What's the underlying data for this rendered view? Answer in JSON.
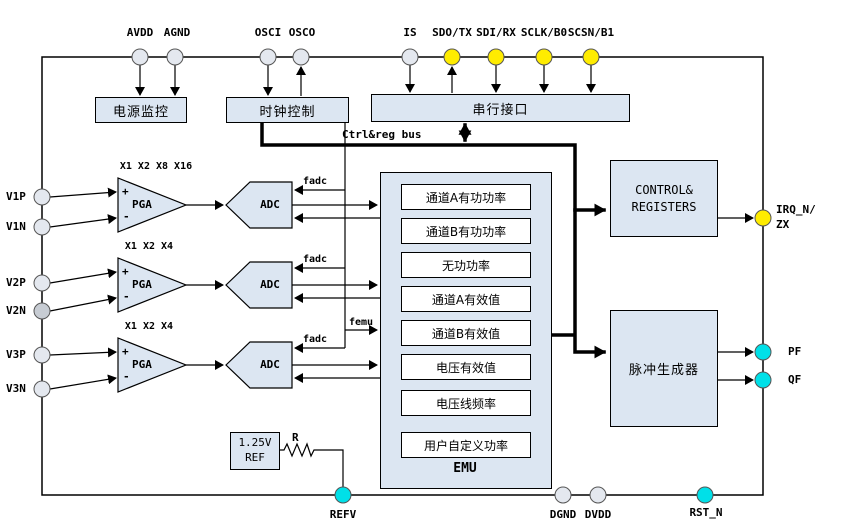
{
  "colors": {
    "block_fill": "#dce6f2",
    "pin_gray": "#e4e8ef",
    "pin_dark_gray": "#c7ccd3",
    "pin_yellow": "#ffec00",
    "pin_cyan": "#00e0e8",
    "line": "#000000"
  },
  "pins": {
    "avdd": "AVDD",
    "agnd": "AGND",
    "osci": "OSCI",
    "osco": "OSCO",
    "is": "IS",
    "sdo": "SDO/TX",
    "sdi": "SDI/RX",
    "sclk": "SCLK/B0",
    "scsn": "SCSN/B1",
    "v1p": "V1P",
    "v1n": "V1N",
    "v2p": "V2P",
    "v2n": "V2N",
    "v3p": "V3P",
    "v3n": "V3N",
    "irq_line1": "IRQ_N/",
    "irq_line2": "ZX",
    "pf": "PF",
    "qf": "QF",
    "refv": "REFV",
    "dgnd": "DGND",
    "dvdd": "DVDD",
    "rst": "RST_N"
  },
  "blocks": {
    "power_monitor": "电源监控",
    "clock_control": "时钟控制",
    "serial_interface": "串行接口",
    "control_line1": "CONTROL&",
    "control_line2": "REGISTERS",
    "pulse_generator": "脉冲生成器",
    "ref_line1": "1.25V",
    "ref_line2": "REF"
  },
  "labels": {
    "bus": "Ctrl&reg bus",
    "gain1": "X1 X2 X8 X16",
    "gain2": "X1 X2 X4",
    "gain3": "X1 X2 X4",
    "pga": "PGA",
    "adc": "ADC",
    "plus": "+",
    "minus": "-",
    "fadc": "fadc",
    "femu": "femu",
    "resistor": "R"
  },
  "emu": {
    "title": "EMU",
    "rows": [
      "通道A有功功率",
      "通道B有功功率",
      "无功功率",
      "通道A有效值",
      "通道B有效值",
      "电压有效值",
      "电压线频率",
      "用户自定义功率"
    ]
  }
}
